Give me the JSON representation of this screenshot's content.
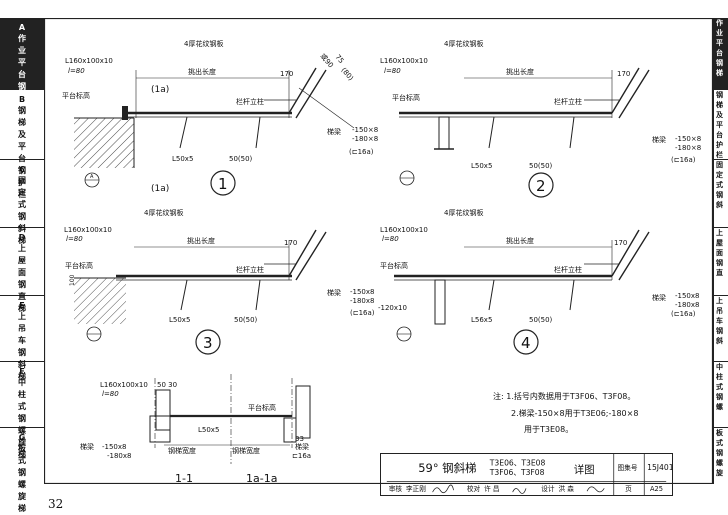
{
  "sidebar": {
    "tabs": [
      {
        "letter": "A",
        "label": "作业平台钢梯",
        "active": true
      },
      {
        "letter": "B",
        "label": "钢梯及平台钢护栏",
        "active": false
      },
      {
        "letter": "C",
        "label": "固定式钢斜梯",
        "active": false
      },
      {
        "letter": "D",
        "label": "上屋面钢直梯",
        "active": false
      },
      {
        "letter": "E",
        "label": "上吊车钢斜梯",
        "active": false
      },
      {
        "letter": "F",
        "label": "中柱式钢螺旋梯",
        "active": false
      },
      {
        "letter": "G",
        "label": "板式钢螺旋梯",
        "active": false
      }
    ]
  },
  "right_strip": [
    "作业平台钢梯",
    "钢梯及平台护栏",
    "固定式钢斜",
    "上屋面钢直",
    "上吊车钢斜",
    "中柱式钢螺",
    "板式钢螺旋"
  ],
  "labels": {
    "angle_plate": "4厚花纹钢板",
    "angle_steel": "L160x100x10",
    "l_value": "l=80",
    "overhang": "挑出长度",
    "dim_170": "170",
    "railing_post": "栏杆立柱",
    "platform_level": "平台标高",
    "stair_beam": "梯梁",
    "beam_sizes": "-150×8\n-180×8",
    "channel": "(⊏16a)",
    "angle_l50": "L50x5",
    "dim_50": "50(50)",
    "num_4": "4",
    "num_5": "5",
    "num_10": "10",
    "num_75": "75",
    "num_90": "90",
    "dim_80": "(80)",
    "angle_label": "或90",
    "section_1a": "(1a)",
    "dim_120": "-120x10",
    "dim_100": "100",
    "dim_L56": "L56x5"
  },
  "details": [
    {
      "number": "1"
    },
    {
      "number": "2"
    },
    {
      "number": "3"
    },
    {
      "number": "4"
    }
  ],
  "sections": {
    "s1": "1-1",
    "s1a": "1a-1a",
    "stair_width": "钢梯宽度",
    "dim_50_30": "50 30",
    "dim_33": "33",
    "l50_5": "L50x5",
    "platform_level": "平台标高",
    "stair_beam": "梯梁",
    "beam_a": "-150x8",
    "beam_b": "-180x8",
    "channel": "⊏16a"
  },
  "notes": {
    "line1": "注: 1.括号内数据用于T3F06、T3F08。",
    "line2": "2.梯梁-150×8用于T3E06;-180×8",
    "line3": "用于T3E08。"
  },
  "title_block": {
    "title": "59° 钢斜梯",
    "models_top": "T3E06、T3E08",
    "models_bottom": "T3F06、T3F08",
    "detail": "详图",
    "atlas_label": "图集号",
    "atlas_no": "15J401",
    "review": "审核",
    "reviewer": "李正刚",
    "check": "校对",
    "checker": "许 昌",
    "design": "设计",
    "designer": "洪 森",
    "page_label": "页",
    "page_code": "A25"
  },
  "page_number": "32"
}
